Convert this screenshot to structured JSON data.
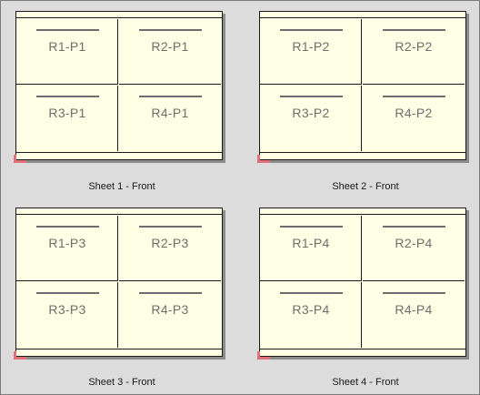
{
  "sheets": [
    {
      "caption": "Sheet 1 - Front",
      "pages": [
        "R1-P1",
        "R2-P1",
        "R3-P1",
        "R4-P1"
      ]
    },
    {
      "caption": "Sheet 2 - Front",
      "pages": [
        "R1-P2",
        "R2-P2",
        "R3-P2",
        "R4-P2"
      ]
    },
    {
      "caption": "Sheet 3 - Front",
      "pages": [
        "R1-P3",
        "R2-P3",
        "R3-P3",
        "R4-P3"
      ]
    },
    {
      "caption": "Sheet 4 - Front",
      "pages": [
        "R1-P4",
        "R2-P4",
        "R3-P4",
        "R4-P4"
      ]
    }
  ],
  "colors": {
    "background": "#dcdcdc",
    "paper": "#ffffe6",
    "label": "#6e6e6e",
    "corner_mark": "#e0707a"
  }
}
